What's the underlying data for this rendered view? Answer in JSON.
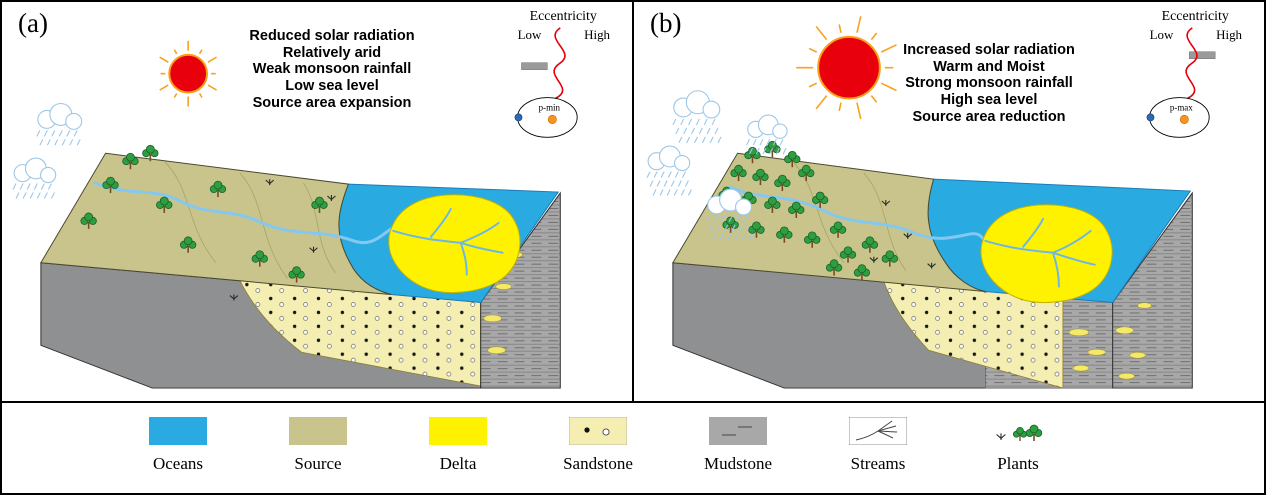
{
  "panels": [
    {
      "label": "(a)",
      "annotations": [
        "Reduced solar radiation",
        "Relatively arid",
        "Weak monsoon rainfall",
        "Low sea level",
        "Source area expansion"
      ],
      "eccentricity": {
        "title": "Eccentricity",
        "low_label": "Low",
        "high_label": "High",
        "orbit_label": "p-min",
        "state": "low"
      }
    },
    {
      "label": "(b)",
      "annotations": [
        "Increased solar radiation",
        "Warm and Moist",
        "Strong monsoon rainfall",
        "High sea level",
        "Source area reduction"
      ],
      "eccentricity": {
        "title": "Eccentricity",
        "low_label": "Low",
        "high_label": "High",
        "orbit_label": "p-max",
        "state": "high"
      }
    }
  ],
  "legend": {
    "items": [
      {
        "label": "Oceans"
      },
      {
        "label": "Source"
      },
      {
        "label": "Delta"
      },
      {
        "label": "Sandstone"
      },
      {
        "label": "Mudstone"
      },
      {
        "label": "Streams"
      },
      {
        "label": "Plants"
      }
    ]
  },
  "colors": {
    "ocean": "#29abe2",
    "source": "#c8c48c",
    "delta": "#fff200",
    "sandstone": "#f4eeb2",
    "mudstone": "#a8a8a9",
    "basement": "#8f9091",
    "sun": "#e8000d",
    "sun_rays": "#f9a11b",
    "rain_cloud": "#9cc7e8",
    "river": "#85c8ef",
    "eccentricity_curve": "#e8000d"
  }
}
